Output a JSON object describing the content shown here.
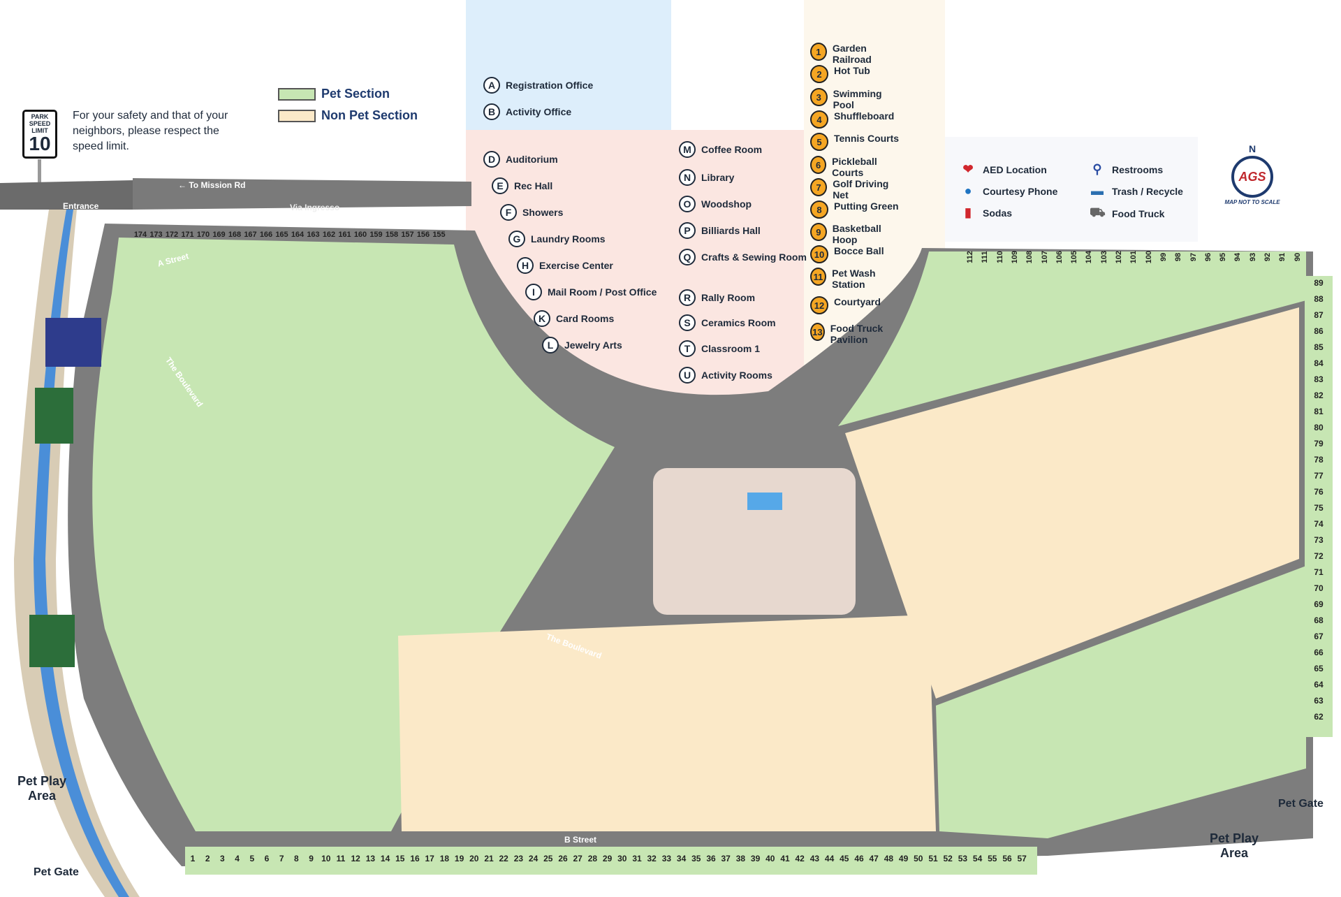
{
  "speed_sign": {
    "line1": "PARK",
    "line2": "SPEED",
    "line3": "LIMIT",
    "value": "10"
  },
  "speed_note": "For your safety and that of your neighbors, please respect the speed limit.",
  "section_legend": [
    {
      "label": "Pet Section",
      "color": "#c7e6b3"
    },
    {
      "label": "Non Pet Section",
      "color": "#fbe9c8"
    }
  ],
  "buildings_a": [
    {
      "k": "A",
      "label": "Registration Office"
    },
    {
      "k": "B",
      "label": "Activity Office"
    }
  ],
  "buildings_d": [
    {
      "k": "D",
      "label": "Auditorium"
    },
    {
      "k": "E",
      "label": "Rec Hall"
    },
    {
      "k": "F",
      "label": "Showers"
    },
    {
      "k": "G",
      "label": "Laundry Rooms"
    },
    {
      "k": "H",
      "label": "Exercise Center"
    },
    {
      "k": "I",
      "label": "Mail Room / Post Office"
    },
    {
      "k": "K",
      "label": "Card Rooms"
    },
    {
      "k": "L",
      "label": "Jewelry Arts"
    }
  ],
  "buildings_m": [
    {
      "k": "M",
      "label": "Coffee Room"
    },
    {
      "k": "N",
      "label": "Library"
    },
    {
      "k": "O",
      "label": "Woodshop"
    },
    {
      "k": "P",
      "label": "Billiards Hall"
    },
    {
      "k": "Q",
      "label": "Crafts & Sewing Room"
    },
    {
      "k": "R",
      "label": "Rally Room"
    },
    {
      "k": "S",
      "label": "Ceramics Room"
    },
    {
      "k": "T",
      "label": "Classroom 1"
    },
    {
      "k": "U",
      "label": "Activity Rooms"
    }
  ],
  "amenities": [
    {
      "k": "1",
      "label": "Garden Railroad"
    },
    {
      "k": "2",
      "label": "Hot Tub"
    },
    {
      "k": "3",
      "label": "Swimming Pool"
    },
    {
      "k": "4",
      "label": "Shuffleboard"
    },
    {
      "k": "5",
      "label": "Tennis Courts"
    },
    {
      "k": "6",
      "label": "Pickleball Courts"
    },
    {
      "k": "7",
      "label": "Golf Driving Net"
    },
    {
      "k": "8",
      "label": "Putting Green"
    },
    {
      "k": "9",
      "label": "Basketball Hoop"
    },
    {
      "k": "10",
      "label": "Bocce Ball"
    },
    {
      "k": "11",
      "label": "Pet Wash Station"
    },
    {
      "k": "12",
      "label": "Courtyard"
    },
    {
      "k": "13",
      "label": "Food Truck Pavilion"
    }
  ],
  "icon_legend": [
    {
      "icon": "aed-heart-icon",
      "label": "AED Location"
    },
    {
      "icon": "courtesy-phone-icon",
      "label": "Courtesy Phone"
    },
    {
      "icon": "soda-icon",
      "label": "Sodas"
    },
    {
      "icon": "restroom-icon",
      "label": "Restrooms"
    },
    {
      "icon": "trash-recycle-icon",
      "label": "Trash / Recycle"
    },
    {
      "icon": "food-truck-icon",
      "label": "Food Truck"
    }
  ],
  "compass": {
    "north": "N",
    "logo": "AGS",
    "note": "MAP NOT TO SCALE"
  },
  "map_labels": {
    "to_mission": "← To Mission Rd",
    "via_ingresso": "Via Ingresso",
    "entrance": "Entrance",
    "boulevard": "The Boulevard",
    "boulevard2": "The Boulevard",
    "pet_play_left": "Pet Play Area",
    "pet_play_right": "Pet Play Area",
    "pet_gate_left": "Pet Gate",
    "pet_gate_right": "Pet Gate",
    "b_street": "B Street",
    "a_street": "A Street"
  },
  "lots": {
    "bottom_row": [
      "1",
      "2",
      "3",
      "4",
      "5",
      "6",
      "7",
      "8",
      "9",
      "10",
      "11",
      "12",
      "13",
      "14",
      "15",
      "16",
      "17",
      "18",
      "19",
      "20",
      "21",
      "22",
      "23",
      "24",
      "25",
      "26",
      "27",
      "28",
      "29",
      "30",
      "31",
      "32",
      "33",
      "34",
      "35",
      "36",
      "37",
      "38",
      "39",
      "40",
      "41",
      "42",
      "43",
      "44",
      "45",
      "46",
      "47",
      "48",
      "49",
      "50",
      "51",
      "52",
      "53",
      "54",
      "55",
      "56",
      "57"
    ],
    "top_row": [
      "174",
      "173",
      "172",
      "171",
      "170",
      "169",
      "168",
      "167",
      "166",
      "165",
      "164",
      "163",
      "162",
      "161",
      "160",
      "159",
      "158",
      "157",
      "156",
      "155"
    ],
    "right_col": [
      "89",
      "88",
      "87",
      "86",
      "85",
      "84",
      "83",
      "82",
      "81",
      "80",
      "79",
      "78",
      "77",
      "76",
      "75",
      "74",
      "73",
      "72",
      "71",
      "70",
      "69",
      "68",
      "67",
      "66",
      "65",
      "64",
      "63",
      "62"
    ],
    "top_right_row": [
      "112",
      "111",
      "110",
      "109",
      "108",
      "107",
      "106",
      "105",
      "104",
      "103",
      "102",
      "101",
      "100",
      "99",
      "98",
      "97",
      "96",
      "95",
      "94",
      "93",
      "92",
      "91",
      "90"
    ]
  }
}
